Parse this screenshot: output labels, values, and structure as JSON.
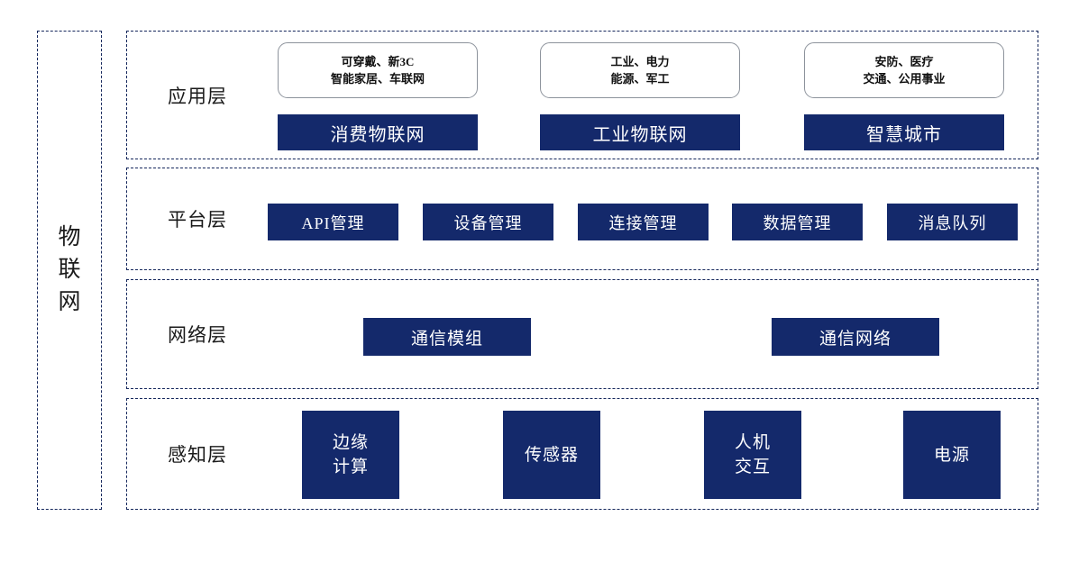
{
  "diagram": {
    "title": "物联网",
    "sidebar": {
      "label": "物联网",
      "chars": [
        "物",
        "联",
        "网"
      ]
    },
    "layers": [
      {
        "id": "application",
        "label": "应用层",
        "descriptors": [
          {
            "lines": [
              "可穿戴、新3C",
              "智能家居、车联网"
            ]
          },
          {
            "lines": [
              "工业、电力",
              "能源、军工"
            ]
          },
          {
            "lines": [
              "安防、医疗",
              "交通、公用事业"
            ]
          }
        ],
        "blocks": [
          "消费物联网",
          "工业物联网",
          "智慧城市"
        ]
      },
      {
        "id": "platform",
        "label": "平台层",
        "blocks": [
          "API管理",
          "设备管理",
          "连接管理",
          "数据管理",
          "消息队列"
        ]
      },
      {
        "id": "network",
        "label": "网络层",
        "blocks": [
          "通信模组",
          "通信网络"
        ]
      },
      {
        "id": "perception",
        "label": "感知层",
        "blocks": [
          {
            "lines": [
              "边缘",
              "计算"
            ]
          },
          {
            "lines": [
              "传感器"
            ]
          },
          {
            "lines": [
              "人机",
              "交互"
            ]
          },
          {
            "lines": [
              "电源"
            ]
          }
        ]
      }
    ],
    "colors": {
      "navy_fill": "#14296b",
      "dashed_border": "#15275c",
      "outline_border": "#8d939c",
      "background": "#ffffff",
      "text_dark": "#1a1a1a",
      "text_light": "#ffffff"
    }
  }
}
